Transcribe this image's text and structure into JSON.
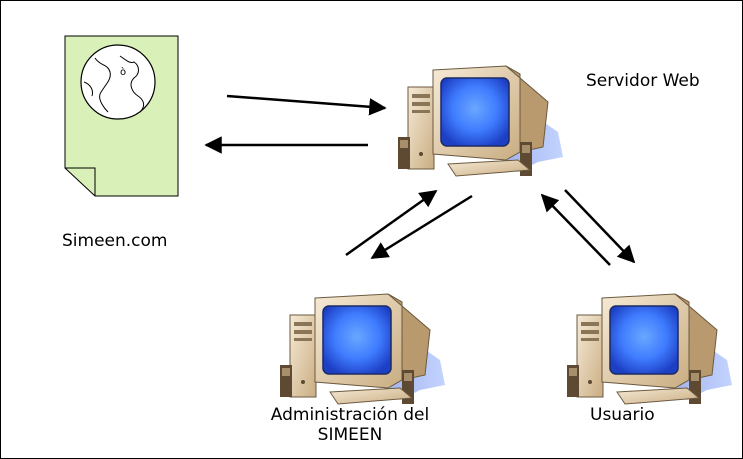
{
  "labels": {
    "web_server": "Servidor Web",
    "web_page": "Simeen.com",
    "admin_line1": "Administración del",
    "admin_line2": "SIMEEN",
    "user": "Usuario"
  },
  "colors": {
    "page_fill": "#d9f0b8",
    "monitor_body": "#e6d3b3",
    "monitor_shadow": "#9db4e6",
    "screen_blue": "#3f7cff",
    "border": "#000000"
  },
  "icons": {
    "page": "globe-document-icon",
    "computer": "desktop-computer-icon"
  }
}
